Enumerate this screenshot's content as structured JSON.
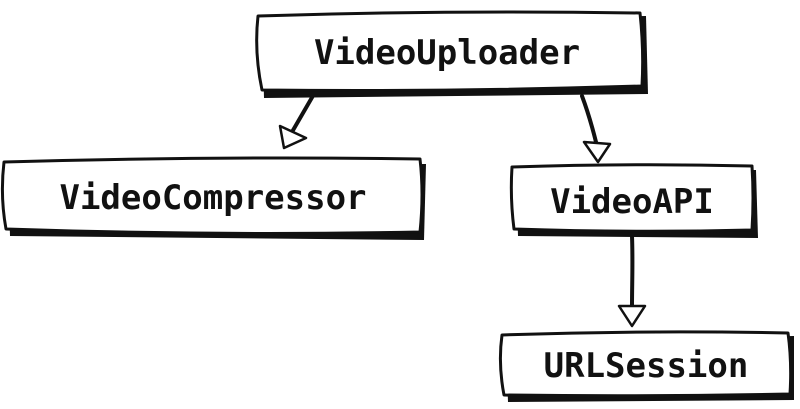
{
  "nodes": {
    "video_uploader": {
      "label": "VideoUploader"
    },
    "video_compressor": {
      "label": "VideoCompressor"
    },
    "video_api": {
      "label": "VideoAPI"
    },
    "url_session": {
      "label": "URLSession"
    }
  },
  "edges": [
    {
      "from": "VideoUploader",
      "to": "VideoCompressor"
    },
    {
      "from": "VideoUploader",
      "to": "VideoAPI"
    },
    {
      "from": "VideoAPI",
      "to": "URLSession"
    }
  ],
  "colors": {
    "stroke": "#111111",
    "background": "#ffffff"
  }
}
